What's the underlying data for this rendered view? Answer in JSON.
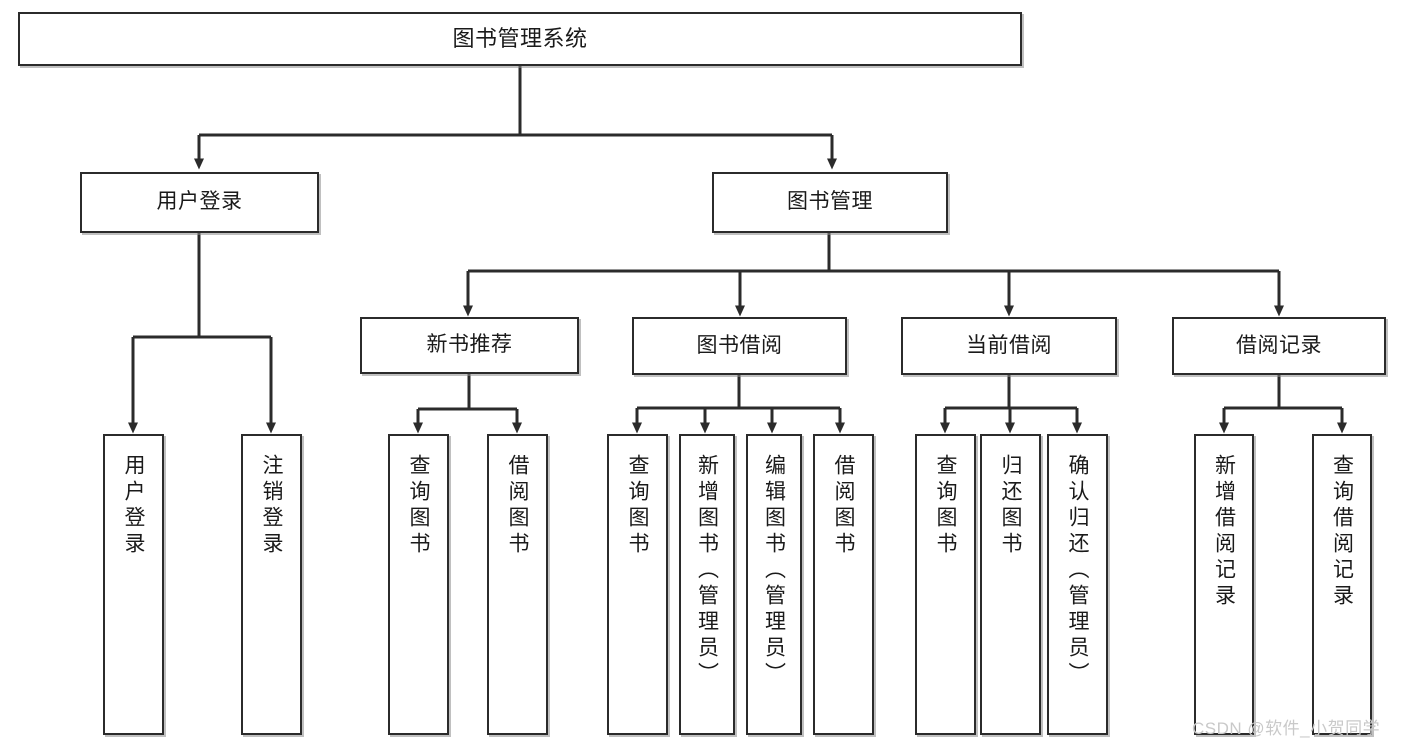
{
  "diagram": {
    "type": "tree-hierarchy",
    "title": "图书管理系统",
    "root": {
      "label": "图书管理系统"
    },
    "level1": [
      {
        "label": "用户登录"
      },
      {
        "label": "图书管理"
      }
    ],
    "level2": [
      {
        "label": "新书推荐"
      },
      {
        "label": "图书借阅"
      },
      {
        "label": "当前借阅"
      },
      {
        "label": "借阅记录"
      }
    ],
    "leaves": {
      "user_login": [
        {
          "label": "用户登录"
        },
        {
          "label": "注销登录"
        }
      ],
      "new_book_recommend": [
        {
          "label": "查询图书"
        },
        {
          "label": "借阅图书"
        }
      ],
      "book_borrow": [
        {
          "label": "查询图书"
        },
        {
          "label": "新增图书（管理员）"
        },
        {
          "label": "编辑图书（管理员）"
        },
        {
          "label": "借阅图书"
        }
      ],
      "current_borrow": [
        {
          "label": "查询图书"
        },
        {
          "label": "归还图书"
        },
        {
          "label": "确认归还（管理员）"
        }
      ],
      "borrow_record": [
        {
          "label": "新增借阅记录"
        },
        {
          "label": "查询借阅记录"
        }
      ]
    }
  },
  "watermark": {
    "text": "CSDN @软件_小贺同学"
  },
  "colors": {
    "stroke": "#2b2b2b",
    "background": "#ffffff",
    "text": "#1a1a1a",
    "watermark": "#c9c9c9"
  }
}
